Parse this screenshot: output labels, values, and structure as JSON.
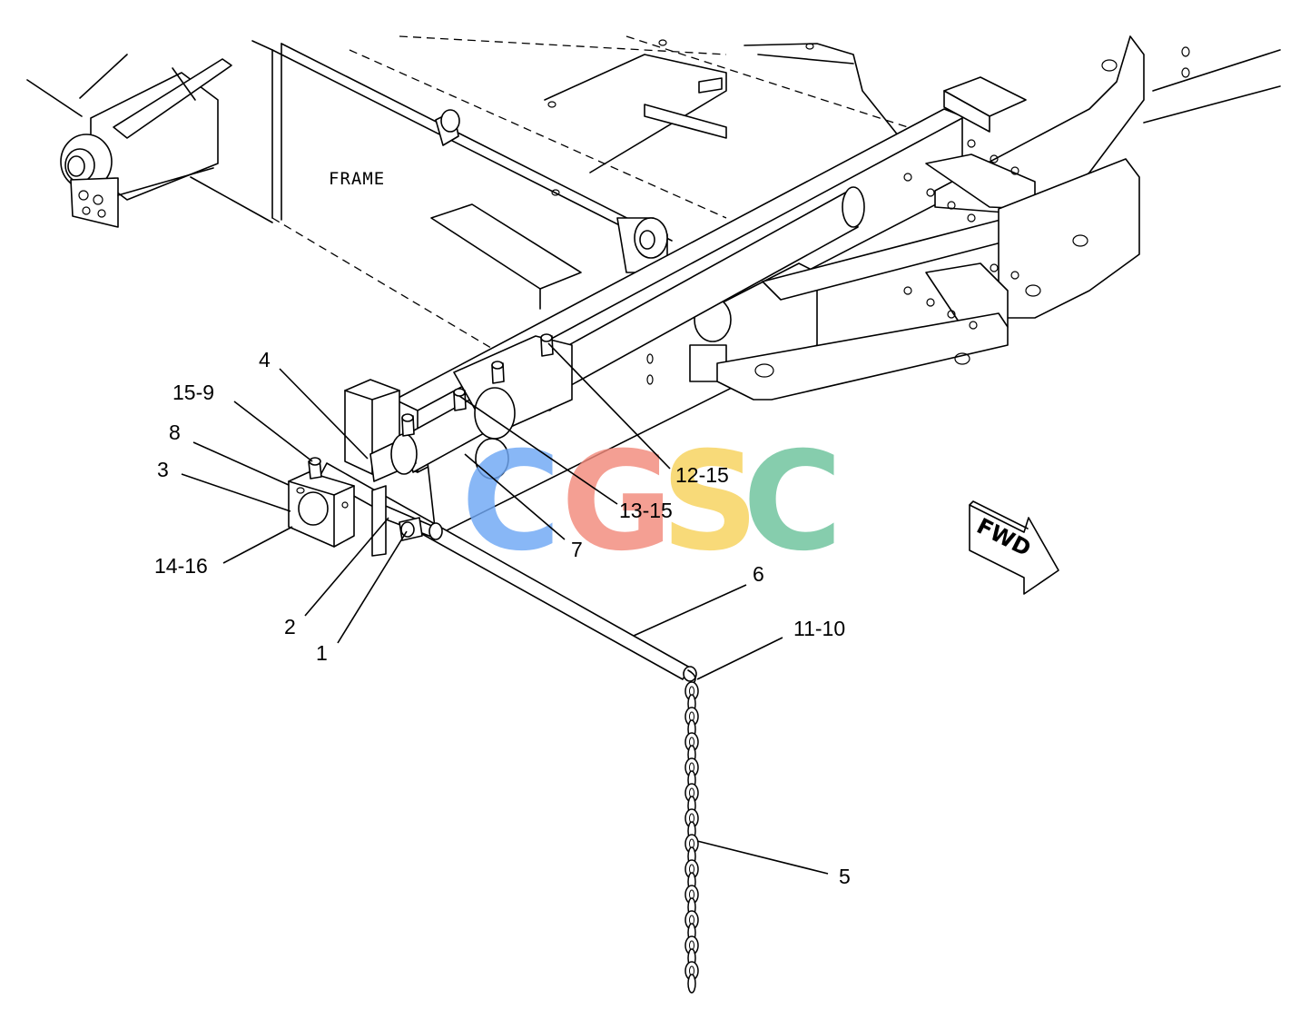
{
  "frame_label": "FRAME",
  "fwd_label": "FWD",
  "watermark": {
    "letters": [
      "C",
      "G",
      "S",
      "C"
    ],
    "colors": [
      "#6fa8f5",
      "#f28a7c",
      "#f7d35c",
      "#6cc39c"
    ]
  },
  "callouts": {
    "c4": "4",
    "c15_9": "15-9",
    "c8": "8",
    "c3": "3",
    "c14_16": "14-16",
    "c2": "2",
    "c1": "1",
    "c7": "7",
    "c13_15": "13-15",
    "c12_15": "12-15",
    "c6": "6",
    "c11_10": "11-10",
    "c5": "5"
  }
}
